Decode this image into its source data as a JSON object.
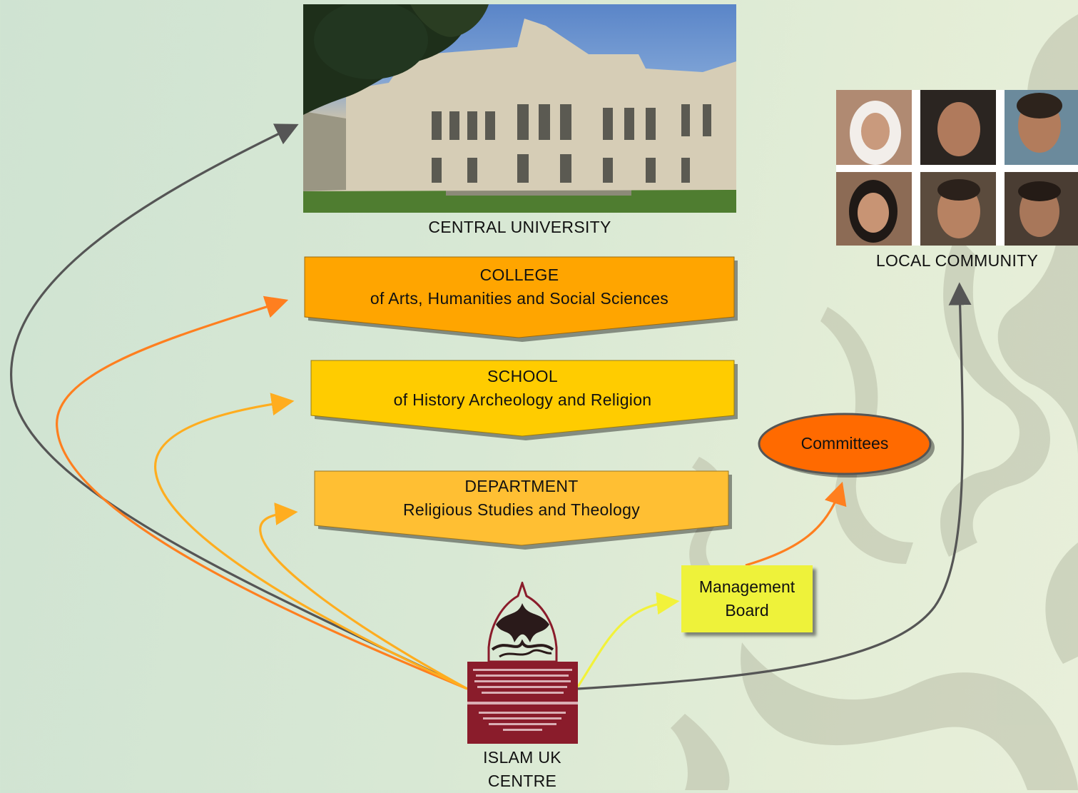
{
  "nodes": {
    "central_university": "CENTRAL UNIVERSITY",
    "local_community": "LOCAL COMMUNITY",
    "college": {
      "line1": "COLLEGE",
      "line2": "of Arts, Humanities and Social Sciences"
    },
    "school": {
      "line1": "SCHOOL",
      "line2": "of History Archeology and Religion"
    },
    "department": {
      "line1": "DEPARTMENT",
      "line2": "Religious Studies and Theology"
    },
    "committees": "Committees",
    "management_board": {
      "line1": "Management",
      "line2": "Board"
    },
    "islam_uk_centre": {
      "line1": "ISLAM UK",
      "line2": "CENTRE"
    }
  },
  "colors": {
    "college": "#ffa500",
    "school": "#ffcc00",
    "department": "#ffbf33",
    "committees": "#ff6a00",
    "management_board": "#eef23a",
    "arrow_grey": "#555555",
    "arrow_orange": "#ff7f1f",
    "arrow_amber": "#ffad1f",
    "arrow_yellow": "#f2f23a",
    "logo_maroon": "#8a1c2b"
  },
  "connections": [
    {
      "from": "islam_uk_centre",
      "to": "central_university",
      "color": "arrow_grey"
    },
    {
      "from": "islam_uk_centre",
      "to": "college",
      "color": "arrow_orange"
    },
    {
      "from": "islam_uk_centre",
      "to": "school",
      "color": "arrow_amber"
    },
    {
      "from": "islam_uk_centre",
      "to": "department",
      "color": "arrow_amber"
    },
    {
      "from": "islam_uk_centre",
      "to": "management_board",
      "color": "arrow_yellow"
    },
    {
      "from": "management_board",
      "to": "committees",
      "color": "arrow_orange"
    },
    {
      "from": "islam_uk_centre",
      "to": "local_community",
      "color": "arrow_grey"
    }
  ]
}
